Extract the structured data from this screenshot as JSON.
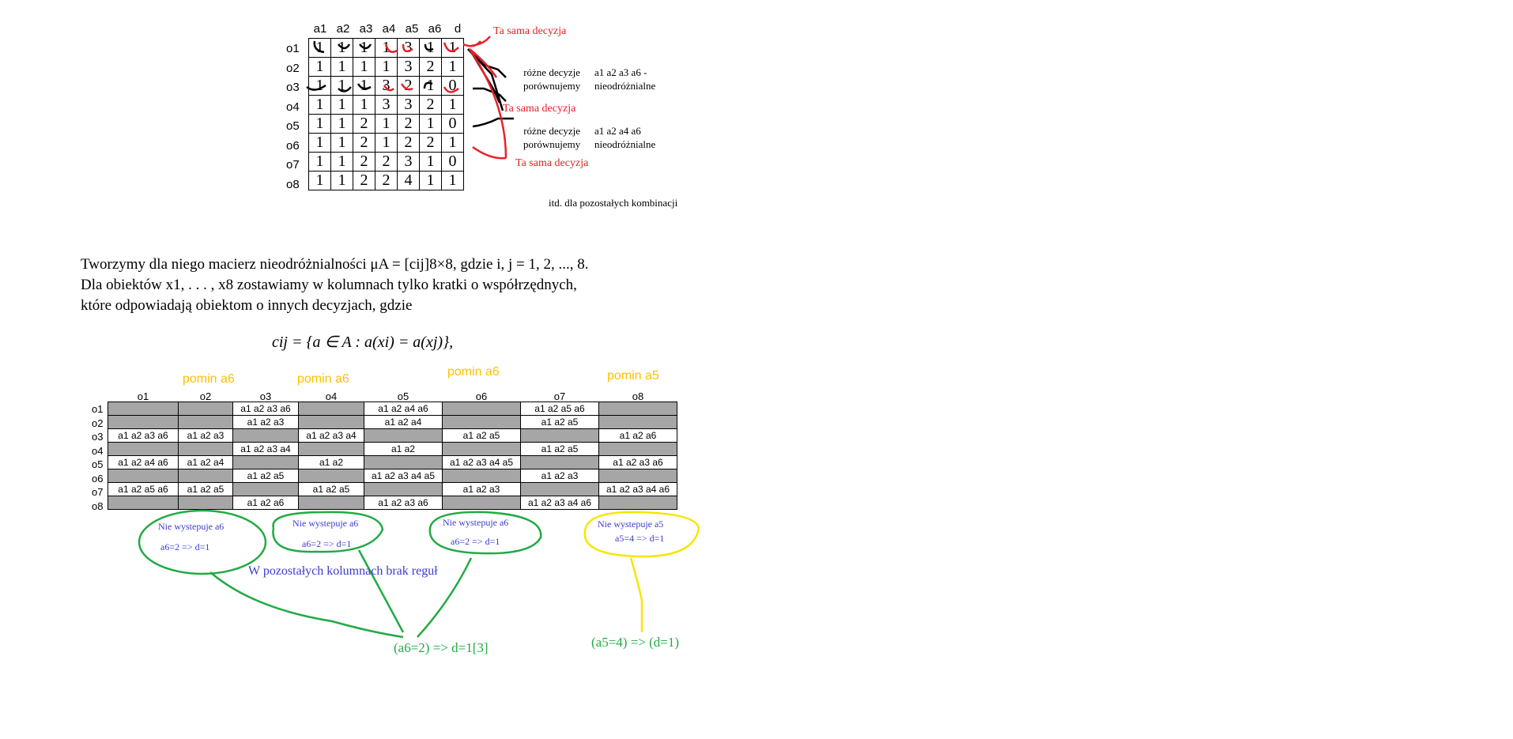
{
  "decision_table": {
    "headers": [
      "a1",
      "a2",
      "a3",
      "a4",
      "a5",
      "a6",
      "d"
    ],
    "row_labels": [
      "o1",
      "o2",
      "o3",
      "o4",
      "o5",
      "o6",
      "o7",
      "o8"
    ],
    "rows": [
      [
        "1",
        "1",
        "1",
        "1",
        "3",
        "1",
        "1"
      ],
      [
        "1",
        "1",
        "1",
        "1",
        "3",
        "2",
        "1"
      ],
      [
        "1",
        "1",
        "1",
        "3",
        "2",
        "1",
        "0"
      ],
      [
        "1",
        "1",
        "1",
        "3",
        "3",
        "2",
        "1"
      ],
      [
        "1",
        "1",
        "2",
        "1",
        "2",
        "1",
        "0"
      ],
      [
        "1",
        "1",
        "2",
        "1",
        "2",
        "2",
        "1"
      ],
      [
        "1",
        "1",
        "2",
        "2",
        "3",
        "1",
        "0"
      ],
      [
        "1",
        "1",
        "2",
        "2",
        "4",
        "1",
        "1"
      ]
    ]
  },
  "annotations_top": {
    "same1": "Ta sama decyzja",
    "diff1_line1": "różne decyzje",
    "diff1_line2": "porównujemy",
    "diff1_attrs_line1": "a1 a2 a3 a6 -",
    "diff1_attrs_line2": "nieodróżnialne",
    "same2": "Ta sama decyzja",
    "diff2_line1": "różne decyzje",
    "diff2_line2": "porównujemy",
    "diff2_attrs_line1": "a1 a2 a4 a6",
    "diff2_attrs_line2": "nieodróżnialne",
    "same3": "Ta sama decyzja",
    "etc": "itd. dla pozostałych kombinacji"
  },
  "paragraph": {
    "line1": "Tworzymy dla niego macierz nieodróżnialności μA = [cij]8×8, gdzie i, j = 1, 2, ..., 8.",
    "line2": "Dla obiektów x1, . . . , x8 zostawiamy w kolumnach tylko kratki o współrzędnych,",
    "line3": "które odpowiadają obiektom o innych decyzjach, gdzie",
    "formula": "cij = {a ∈ A :  a(xi) = a(xj)},"
  },
  "matrix": {
    "headers": [
      "o1",
      "o2",
      "o3",
      "o4",
      "o5",
      "o6",
      "o7",
      "o8"
    ],
    "row_labels": [
      "o1",
      "o2",
      "o3",
      "o4",
      "o5",
      "o6",
      "o7",
      "o8"
    ],
    "cells": [
      [
        "",
        "",
        "a1 a2 a3 a6",
        "",
        "a1 a2 a4 a6",
        "",
        "a1 a2 a5 a6",
        ""
      ],
      [
        "",
        "",
        "a1 a2 a3",
        "",
        "a1 a2 a4",
        "",
        "a1 a2 a5",
        ""
      ],
      [
        "a1 a2 a3 a6",
        "a1 a2 a3",
        "",
        "a1 a2 a3 a4",
        "",
        "a1 a2 a5",
        "",
        "a1 a2 a6"
      ],
      [
        "",
        "",
        "a1 a2 a3 a4",
        "",
        "a1 a2",
        "",
        "a1 a2 a5",
        ""
      ],
      [
        "a1 a2 a4 a6",
        "a1 a2 a4",
        "",
        "a1 a2",
        "",
        "a1 a2 a3 a4 a5",
        "",
        "a1 a2 a3 a6"
      ],
      [
        "",
        "",
        "a1 a2 a5",
        "",
        "a1 a2 a3 a4 a5",
        "",
        "a1 a2 a3",
        ""
      ],
      [
        "a1 a2 a5 a6",
        "a1 a2 a5",
        "",
        "a1 a2 a5",
        "",
        "a1 a2 a3",
        "",
        "a1 a2 a3 a4 a6"
      ],
      [
        "",
        "",
        "a1 a2 a6",
        "",
        "a1 a2 a3 a6",
        "",
        "a1 a2 a3 a4 a6",
        ""
      ]
    ]
  },
  "matrix_notes": {
    "pomin_o2": "pomin a6",
    "pomin_o4": "pomin a6",
    "pomin_o6": "pomin a6",
    "pomin_o8": "pomin a5",
    "nie1": "Nie wystepuje a6",
    "rule1": "a6=2 => d=1",
    "nie2": "Nie wystepuje a6",
    "rule2": "a6=2 => d=1",
    "nie3": "Nie wystepuje a6",
    "rule3": "a6=2 => d=1",
    "nie4": "Nie wystepuje a5",
    "rule4": "a5=4 => d=1",
    "brak": "W pozostałych kolumnach brak reguł",
    "summary1": "(a6=2) => d=1[3]",
    "summary2": "(a5=4) => (d=1)"
  },
  "colors": {
    "red": "#e8202a",
    "yellow": "#ffc000",
    "green": "#22aa44",
    "blue": "#3b3bd1",
    "gray_cell": "#a6a6a6"
  }
}
